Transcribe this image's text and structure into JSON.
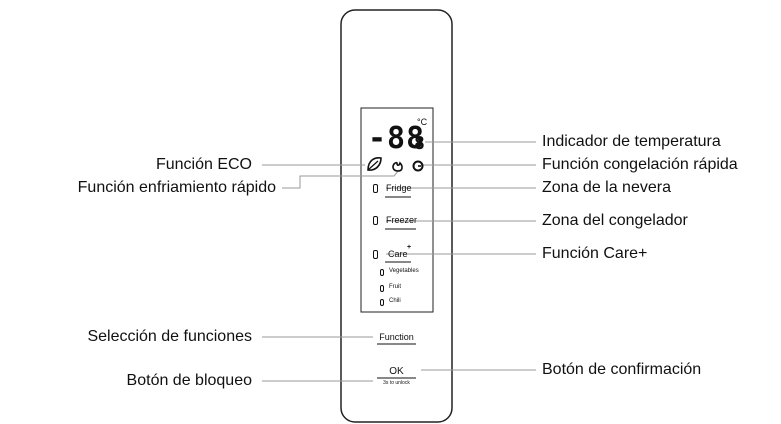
{
  "display": {
    "temperature": "-88",
    "decimal": "8",
    "unit": "°C"
  },
  "panel": {
    "zones": [
      {
        "label": "Fridge"
      },
      {
        "label": "Freezer"
      },
      {
        "label": "Care",
        "superscript": "+"
      }
    ],
    "care_modes": [
      {
        "label": "Vegetables"
      },
      {
        "label": "Fruit"
      },
      {
        "label": "Chili"
      }
    ],
    "function_button": "Function",
    "ok_button": "OK",
    "ok_hint": "3s to unlock"
  },
  "callouts": {
    "left": [
      {
        "key": "eco",
        "text": "Función ECO"
      },
      {
        "key": "fast_cool",
        "text": "Función enfriamiento rápido"
      },
      {
        "key": "function_select",
        "text": "Selección de funciones"
      },
      {
        "key": "lock",
        "text": "Botón de bloqueo"
      }
    ],
    "right": [
      {
        "key": "temp",
        "text": "Indicador de temperatura"
      },
      {
        "key": "fast_freeze",
        "text": "Función congelación rápida"
      },
      {
        "key": "fridge_zone",
        "text": "Zona de la nevera"
      },
      {
        "key": "freezer_zone",
        "text": "Zona del congelador"
      },
      {
        "key": "care",
        "text": "Función Care+"
      },
      {
        "key": "confirm",
        "text": "Botón de confirmación"
      }
    ]
  },
  "icons": {
    "eco": "leaf-icon",
    "fast_cool": "fast-cool-icon",
    "fast_freeze": "fast-freeze-icon"
  },
  "colors": {
    "line": "#111111",
    "leader": "#9a9a9a",
    "panel_border": "#222222"
  }
}
